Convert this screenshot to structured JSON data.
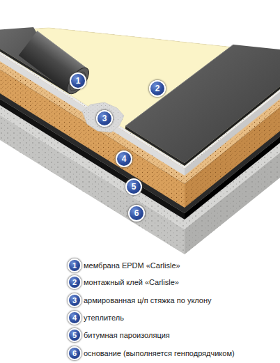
{
  "diagram": {
    "labels": [
      "1",
      "2",
      "3",
      "4",
      "5",
      "6",
      "1",
      "2",
      "3",
      "4",
      "5",
      "6"
    ],
    "legend": [
      {
        "text": "мембрана EPDM «Carlisle»"
      },
      {
        "text": "монтажный клей «Carlisle»"
      },
      {
        "text": "армированная ц/п стяжка по уклону"
      },
      {
        "text": "утеплитель"
      },
      {
        "text": "битумная пароизоляция"
      },
      {
        "text": "основание (выполняется генподрядчиком)"
      }
    ]
  }
}
